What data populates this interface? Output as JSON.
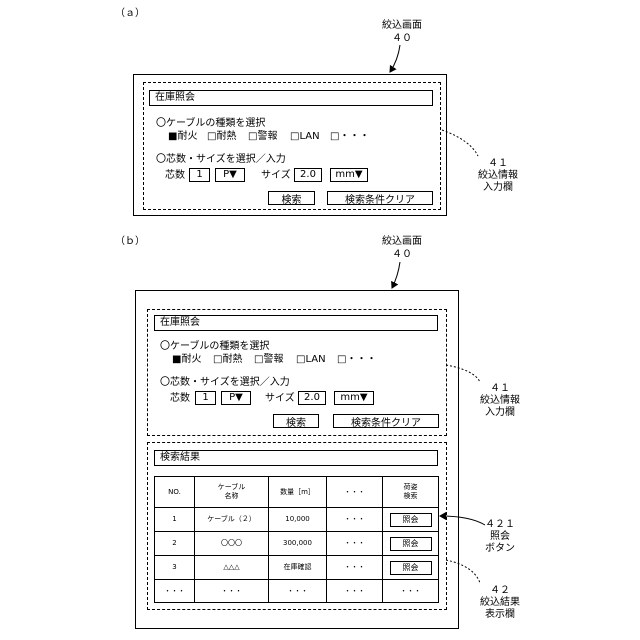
{
  "panel_a": {
    "tag": "（ａ）",
    "screen_label": "絞込画面",
    "screen_num": "４０",
    "section_title": "在庫照会",
    "cable_heading": "〇ケーブルの種類を選択",
    "options": [
      "■耐火",
      "□耐熱",
      "□警報",
      "□LAN",
      "□・・・"
    ],
    "size_heading": "〇芯数・サイズを選択／入力",
    "core_label": "芯数",
    "core_value": "1",
    "core_unit": "P▼",
    "size_label": "サイズ",
    "size_value": "2.0",
    "size_unit": "mm▼",
    "search_button": "検索",
    "clear_button": "検索条件クリア",
    "callout_num": "４１",
    "callout_line1": "絞込情報",
    "callout_line2": "入力欄"
  },
  "panel_b": {
    "tag": "（ｂ）",
    "screen_label": "絞込画面",
    "screen_num": "４０",
    "section_title": "在庫照会",
    "cable_heading": "〇ケーブルの種類を選択",
    "options": [
      "■耐火",
      "□耐熱",
      "□警報",
      "□LAN",
      "□・・・"
    ],
    "size_heading": "〇芯数・サイズを選択／入力",
    "core_label": "芯数",
    "core_value": "1",
    "core_unit": "P▼",
    "size_label": "サイズ",
    "size_value": "2.0",
    "size_unit": "mm▼",
    "search_button": "検索",
    "clear_button": "検索条件クリア",
    "results_title": "検索結果",
    "table": {
      "headers": [
        "NO.",
        "ケーブル\n名称",
        "数量［m］",
        "・・・",
        "荷姿\n検索"
      ],
      "rows": [
        {
          "no": "1",
          "name": "ケーブル（２）",
          "qty": "10,000",
          "more": "・・・",
          "action": "照会"
        },
        {
          "no": "2",
          "name": "〇〇〇",
          "qty": "300,000",
          "more": "・・・",
          "action": "照会"
        },
        {
          "no": "3",
          "name": "△△△",
          "qty": "在庫確認",
          "more": "・・・",
          "action": "照会"
        },
        {
          "no": "・・・",
          "name": "・・・",
          "qty": "・・・",
          "more": "・・・",
          "action": "・・・"
        }
      ]
    },
    "callout_41_num": "４１",
    "callout_41_line1": "絞込情報",
    "callout_41_line2": "入力欄",
    "callout_421_num": "４２１",
    "callout_421_line1": "照会",
    "callout_421_line2": "ボタン",
    "callout_42_num": "４２",
    "callout_42_line1": "絞込結果",
    "callout_42_line2": "表示欄"
  }
}
